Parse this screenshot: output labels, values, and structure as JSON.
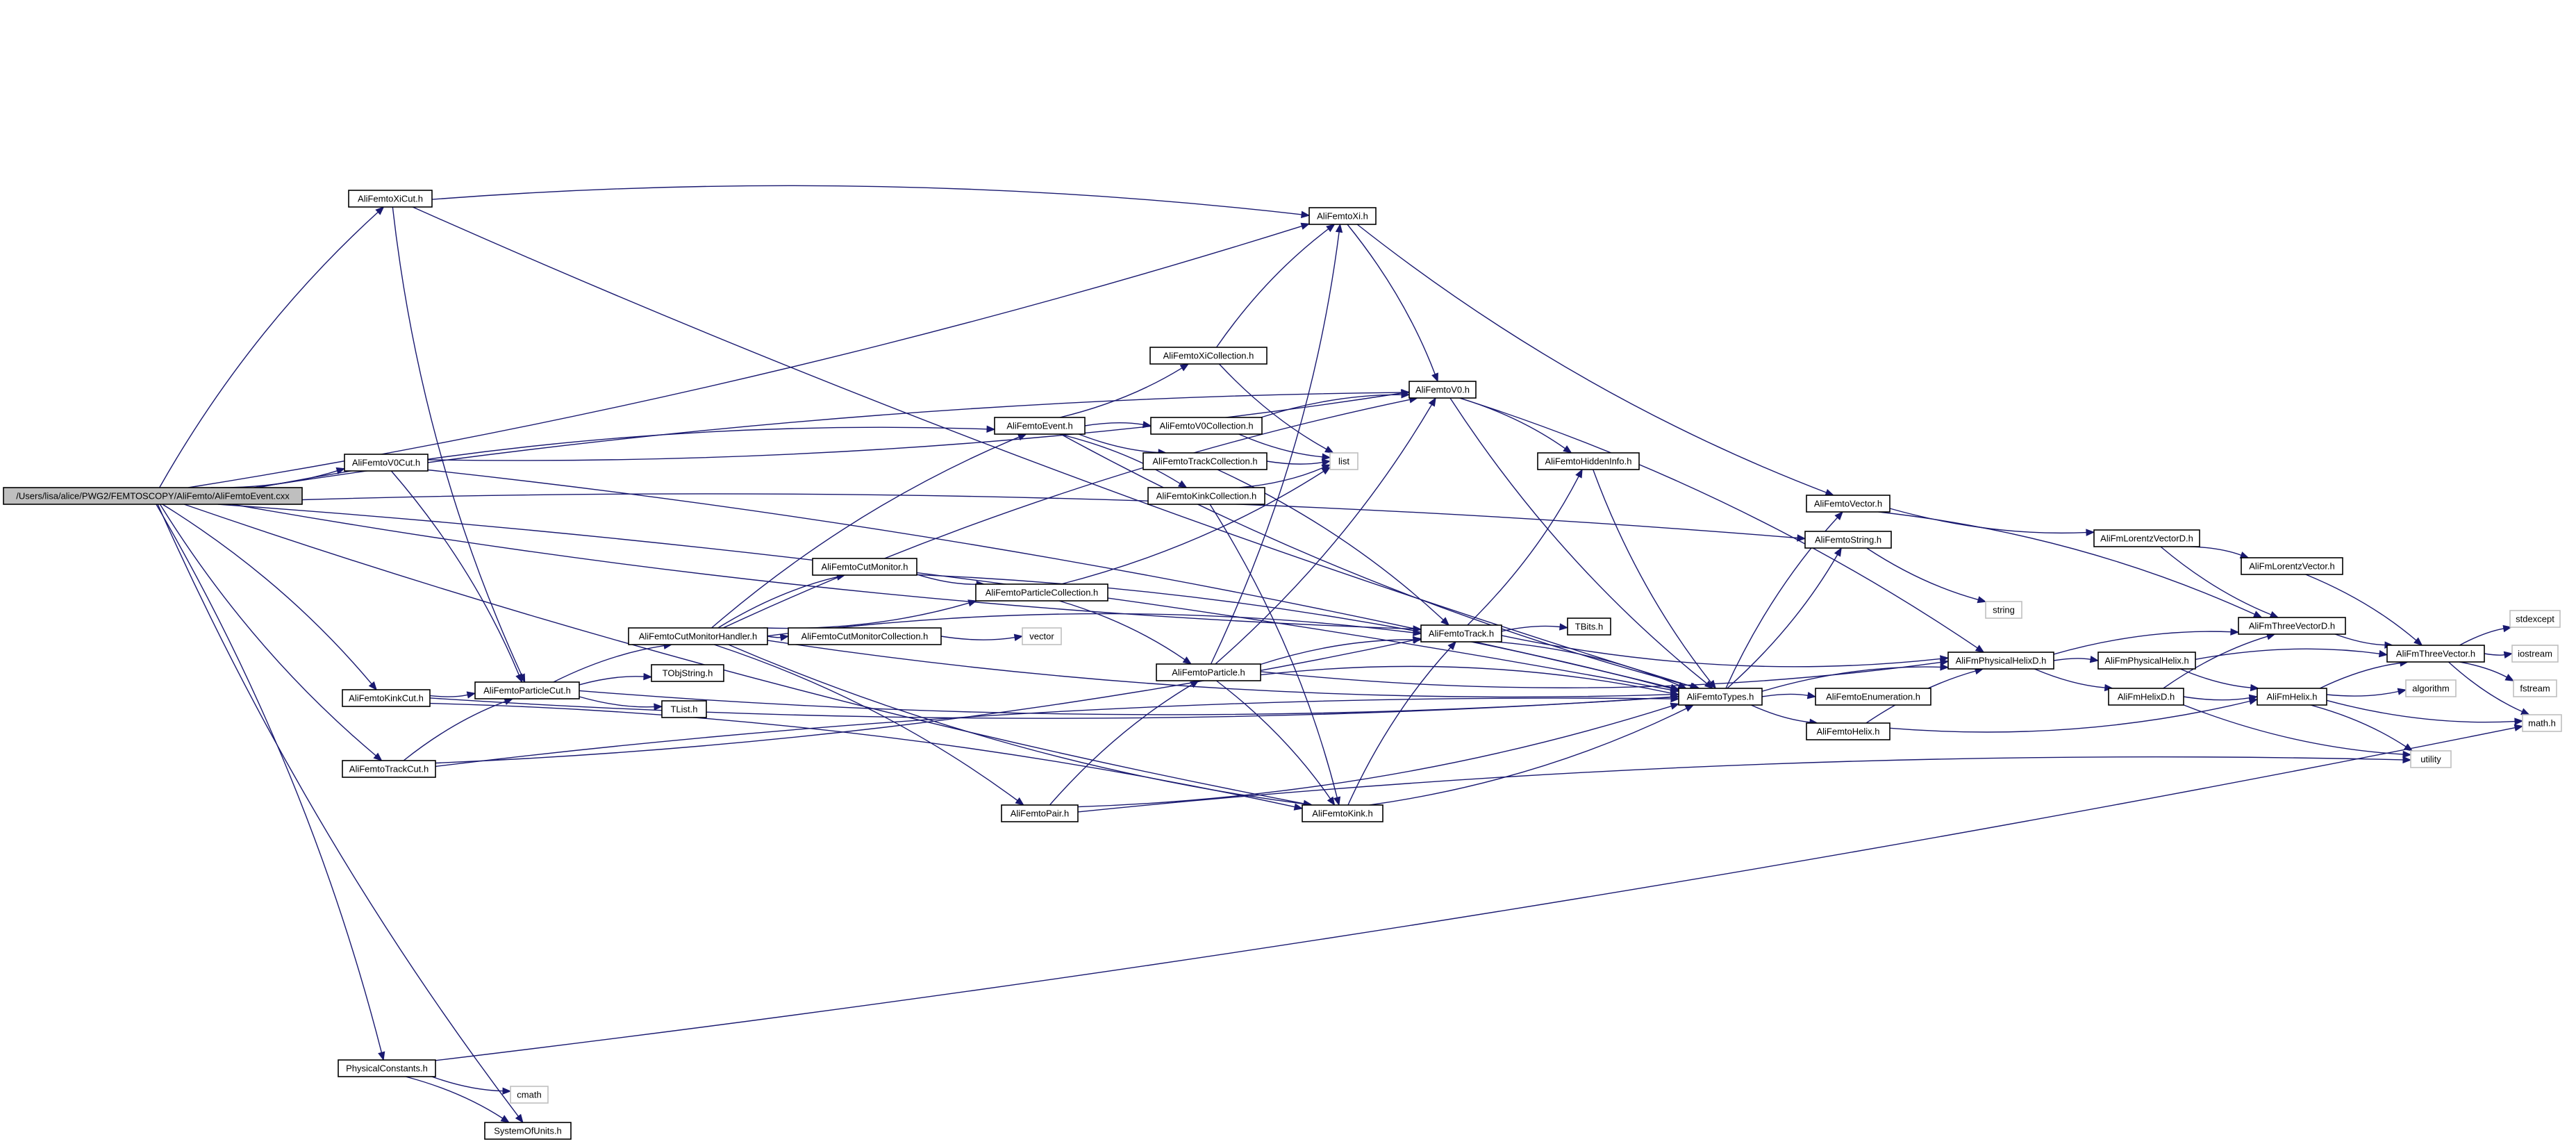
{
  "diagram": {
    "type": "include-dependency-graph",
    "colors": {
      "edge": "#191970",
      "root_fill": "#bfbfbf",
      "system_border": "#bfbfbf",
      "box_border": "#000000"
    },
    "nodes": [
      {
        "id": "root",
        "label": "/Users/lisa/alice/PWG2/FEMTOSCOPY/AliFemto/AliFemtoEvent.cxx",
        "kind": "root"
      },
      {
        "id": "xicut",
        "label": "AliFemtoXiCut.h"
      },
      {
        "id": "v0cut",
        "label": "AliFemtoV0Cut.h"
      },
      {
        "id": "kinkcut",
        "label": "AliFemtoKinkCut.h"
      },
      {
        "id": "trackcut",
        "label": "AliFemtoTrackCut.h"
      },
      {
        "id": "physconst",
        "label": "PhysicalConstants.h"
      },
      {
        "id": "partcut",
        "label": "AliFemtoParticleCut.h"
      },
      {
        "id": "tobjstring",
        "label": "TObjString.h"
      },
      {
        "id": "tlist",
        "label": "TList.h"
      },
      {
        "id": "cmath",
        "label": "cmath",
        "kind": "system"
      },
      {
        "id": "sysunits",
        "label": "SystemOfUnits.h"
      },
      {
        "id": "cutmonhandler",
        "label": "AliFemtoCutMonitorHandler.h"
      },
      {
        "id": "cutmonitor",
        "label": "AliFemtoCutMonitor.h"
      },
      {
        "id": "cutmoncoll",
        "label": "AliFemtoCutMonitorCollection.h"
      },
      {
        "id": "vector",
        "label": "vector",
        "kind": "system"
      },
      {
        "id": "partcoll",
        "label": "AliFemtoParticleCollection.h"
      },
      {
        "id": "particle",
        "label": "AliFemtoParticle.h"
      },
      {
        "id": "pair",
        "label": "AliFemtoPair.h"
      },
      {
        "id": "event",
        "label": "AliFemtoEvent.h"
      },
      {
        "id": "xicoll",
        "label": "AliFemtoXiCollection.h"
      },
      {
        "id": "v0coll",
        "label": "AliFemtoV0Collection.h"
      },
      {
        "id": "trackcoll",
        "label": "AliFemtoTrackCollection.h"
      },
      {
        "id": "kinkcoll",
        "label": "AliFemtoKinkCollection.h"
      },
      {
        "id": "list",
        "label": "list",
        "kind": "system"
      },
      {
        "id": "xi",
        "label": "AliFemtoXi.h"
      },
      {
        "id": "v0",
        "label": "AliFemtoV0.h"
      },
      {
        "id": "hidden",
        "label": "AliFemtoHiddenInfo.h"
      },
      {
        "id": "track",
        "label": "AliFemtoTrack.h"
      },
      {
        "id": "tbits",
        "label": "TBits.h"
      },
      {
        "id": "kink",
        "label": "AliFemtoKink.h"
      },
      {
        "id": "types",
        "label": "AliFemtoTypes.h"
      },
      {
        "id": "femtovector",
        "label": "AliFemtoVector.h"
      },
      {
        "id": "femtostring",
        "label": "AliFemtoString.h"
      },
      {
        "id": "string",
        "label": "string",
        "kind": "system"
      },
      {
        "id": "enumeration",
        "label": "AliFemtoEnumeration.h"
      },
      {
        "id": "femtohelix",
        "label": "AliFemtoHelix.h"
      },
      {
        "id": "physhelixd",
        "label": "AliFmPhysicalHelixD.h"
      },
      {
        "id": "physhelix",
        "label": "AliFmPhysicalHelix.h"
      },
      {
        "id": "helixd",
        "label": "AliFmHelixD.h"
      },
      {
        "id": "helix",
        "label": "AliFmHelix.h"
      },
      {
        "id": "lorentzd",
        "label": "AliFmLorentzVectorD.h"
      },
      {
        "id": "lorentz",
        "label": "AliFmLorentzVector.h"
      },
      {
        "id": "threevecd",
        "label": "AliFmThreeVectorD.h"
      },
      {
        "id": "threevec",
        "label": "AliFmThreeVector.h"
      },
      {
        "id": "stdexcept",
        "label": "stdexcept",
        "kind": "system"
      },
      {
        "id": "iostream",
        "label": "iostream",
        "kind": "system"
      },
      {
        "id": "fstream",
        "label": "fstream",
        "kind": "system"
      },
      {
        "id": "mathh",
        "label": "math.h",
        "kind": "system"
      },
      {
        "id": "algorithm",
        "label": "algorithm",
        "kind": "system"
      },
      {
        "id": "utility",
        "label": "utility",
        "kind": "system"
      }
    ],
    "edges": [
      [
        "root",
        "xicut"
      ],
      [
        "root",
        "v0cut"
      ],
      [
        "root",
        "kinkcut"
      ],
      [
        "root",
        "trackcut"
      ],
      [
        "root",
        "physconst"
      ],
      [
        "root",
        "sysunits"
      ],
      [
        "root",
        "event"
      ],
      [
        "root",
        "xi"
      ],
      [
        "root",
        "v0"
      ],
      [
        "root",
        "track"
      ],
      [
        "root",
        "types"
      ],
      [
        "root",
        "kink"
      ],
      [
        "root",
        "femtostring"
      ],
      [
        "xicut",
        "partcut"
      ],
      [
        "xicut",
        "xi"
      ],
      [
        "xicut",
        "types"
      ],
      [
        "v0cut",
        "partcut"
      ],
      [
        "v0cut",
        "v0"
      ],
      [
        "v0cut",
        "types"
      ],
      [
        "kinkcut",
        "partcut"
      ],
      [
        "kinkcut",
        "kink"
      ],
      [
        "kinkcut",
        "types"
      ],
      [
        "trackcut",
        "partcut"
      ],
      [
        "trackcut",
        "track"
      ],
      [
        "trackcut",
        "types"
      ],
      [
        "physconst",
        "cmath"
      ],
      [
        "physconst",
        "sysunits"
      ],
      [
        "physconst",
        "mathh"
      ],
      [
        "partcut",
        "tobjstring"
      ],
      [
        "partcut",
        "tlist"
      ],
      [
        "partcut",
        "cutmonhandler"
      ],
      [
        "partcut",
        "types"
      ],
      [
        "cutmonhandler",
        "cutmonitor"
      ],
      [
        "cutmonhandler",
        "cutmoncoll"
      ],
      [
        "cutmonhandler",
        "event"
      ],
      [
        "cutmonhandler",
        "partcoll"
      ],
      [
        "cutmonhandler",
        "track"
      ],
      [
        "cutmonhandler",
        "types"
      ],
      [
        "cutmonhandler",
        "pair"
      ],
      [
        "cutmonhandler",
        "kink"
      ],
      [
        "cutmonhandler",
        "v0"
      ],
      [
        "cutmonitor",
        "partcoll"
      ],
      [
        "cutmonitor",
        "types"
      ],
      [
        "cutmoncoll",
        "vector"
      ],
      [
        "partcoll",
        "particle"
      ],
      [
        "partcoll",
        "list"
      ],
      [
        "particle",
        "track"
      ],
      [
        "particle",
        "v0"
      ],
      [
        "particle",
        "kink"
      ],
      [
        "particle",
        "xi"
      ],
      [
        "particle",
        "types"
      ],
      [
        "particle",
        "physhelixd"
      ],
      [
        "pair",
        "particle"
      ],
      [
        "pair",
        "types"
      ],
      [
        "pair",
        "utility"
      ],
      [
        "event",
        "xicoll"
      ],
      [
        "event",
        "v0coll"
      ],
      [
        "event",
        "trackcoll"
      ],
      [
        "event",
        "kinkcoll"
      ],
      [
        "event",
        "types"
      ],
      [
        "xicoll",
        "xi"
      ],
      [
        "xicoll",
        "list"
      ],
      [
        "v0coll",
        "v0"
      ],
      [
        "v0coll",
        "list"
      ],
      [
        "trackcoll",
        "track"
      ],
      [
        "trackcoll",
        "list"
      ],
      [
        "kinkcoll",
        "kink"
      ],
      [
        "kinkcoll",
        "list"
      ],
      [
        "xi",
        "v0"
      ],
      [
        "xi",
        "femtovector"
      ],
      [
        "v0",
        "hidden"
      ],
      [
        "v0",
        "types"
      ],
      [
        "v0",
        "physhelixd"
      ],
      [
        "hidden",
        "types"
      ],
      [
        "track",
        "tbits"
      ],
      [
        "track",
        "hidden"
      ],
      [
        "track",
        "types"
      ],
      [
        "track",
        "physhelixd"
      ],
      [
        "kink",
        "track"
      ],
      [
        "kink",
        "types"
      ],
      [
        "types",
        "femtovector"
      ],
      [
        "types",
        "femtostring"
      ],
      [
        "types",
        "enumeration"
      ],
      [
        "types",
        "femtohelix"
      ],
      [
        "types",
        "physhelixd"
      ],
      [
        "femtovector",
        "lorentzd"
      ],
      [
        "femtovector",
        "threevecd"
      ],
      [
        "femtostring",
        "string"
      ],
      [
        "femtohelix",
        "physhelixd"
      ],
      [
        "femtohelix",
        "helix"
      ],
      [
        "physhelixd",
        "physhelix"
      ],
      [
        "physhelixd",
        "helixd"
      ],
      [
        "physhelixd",
        "threevecd"
      ],
      [
        "physhelix",
        "helix"
      ],
      [
        "physhelix",
        "threevec"
      ],
      [
        "helixd",
        "helix"
      ],
      [
        "helixd",
        "threevecd"
      ],
      [
        "helixd",
        "utility"
      ],
      [
        "helix",
        "threevec"
      ],
      [
        "helix",
        "algorithm"
      ],
      [
        "helix",
        "utility"
      ],
      [
        "helix",
        "mathh"
      ],
      [
        "lorentzd",
        "lorentz"
      ],
      [
        "lorentzd",
        "threevecd"
      ],
      [
        "lorentz",
        "threevec"
      ],
      [
        "threevecd",
        "threevec"
      ],
      [
        "threevec",
        "stdexcept"
      ],
      [
        "threevec",
        "iostream"
      ],
      [
        "threevec",
        "fstream"
      ],
      [
        "threevec",
        "mathh"
      ]
    ]
  }
}
